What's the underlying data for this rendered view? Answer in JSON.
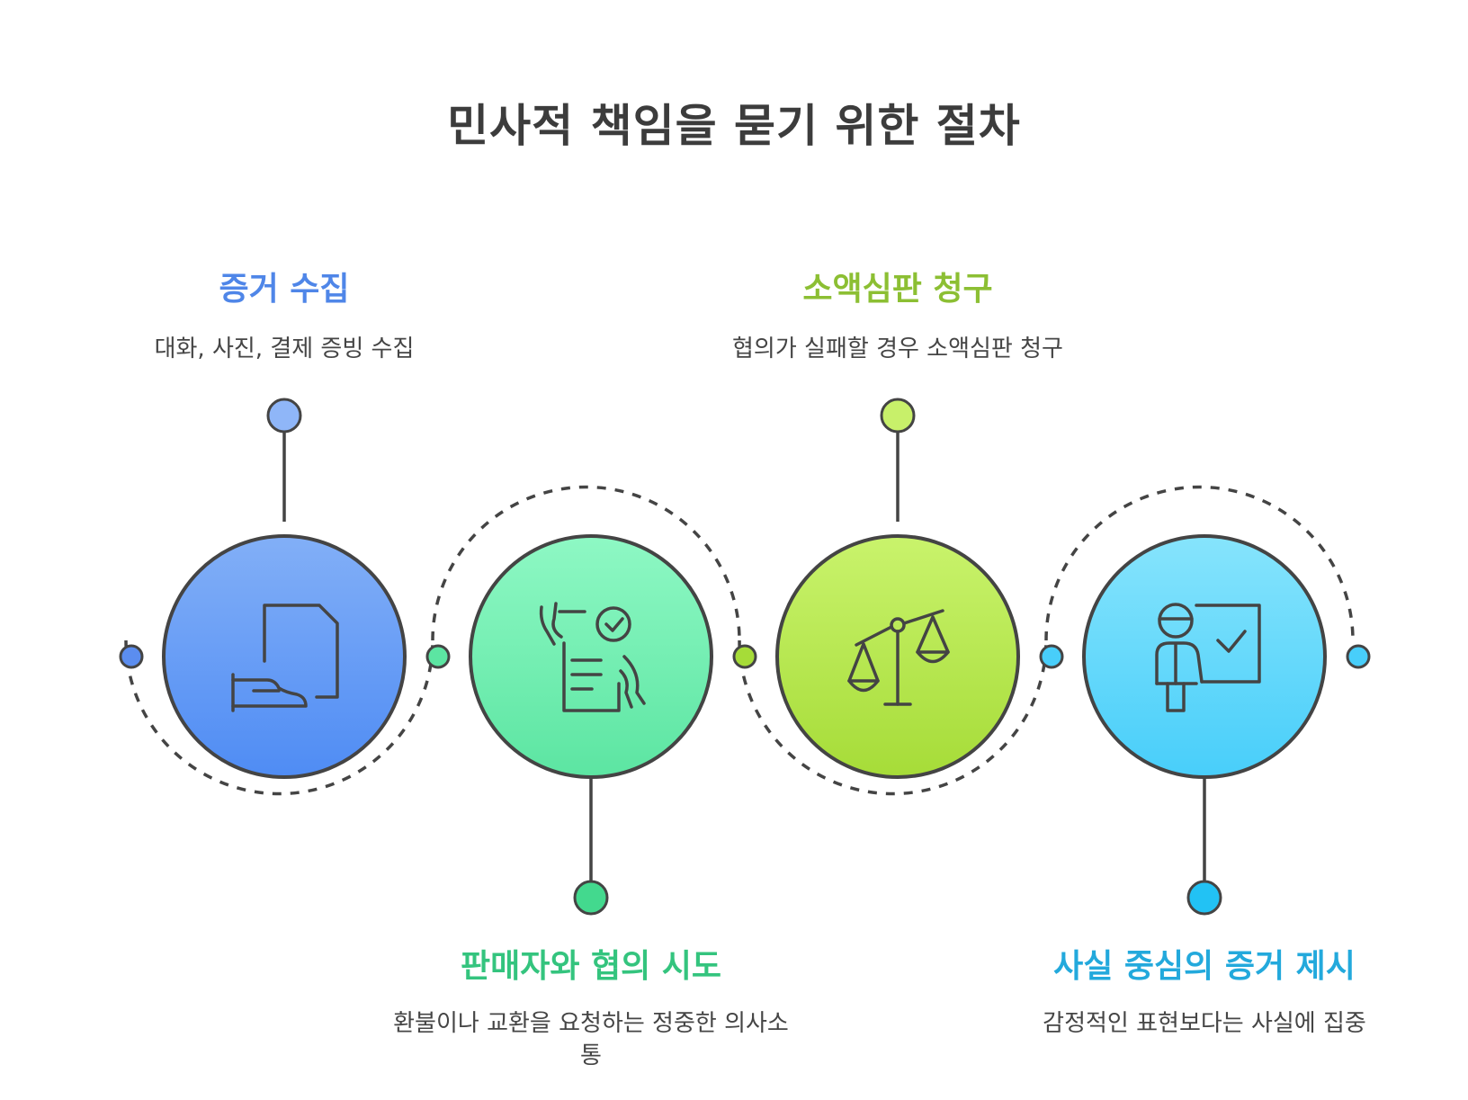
{
  "title": "민사적 책임을 묻기 위한 절차",
  "steps": [
    {
      "title": "증거 수집",
      "description": "대화, 사진, 결제 증빙 수집",
      "color": "#5b8def",
      "icon": "document-hand-icon"
    },
    {
      "title": "판매자와 협의 시도",
      "description": "환불이나 교환을 요청하는 정중한 의사소통",
      "color": "#3ec98a",
      "icon": "checklist-hand-icon"
    },
    {
      "title": "소액심판 청구",
      "description": "협의가 실패할 경우 소액심판 청구",
      "color": "#8cc63f",
      "icon": "scales-icon"
    },
    {
      "title": "사실 중심의 증거 제시",
      "description": "감정적인 표현보다는 사실에 집중",
      "color": "#29b3e6",
      "icon": "presenter-board-icon"
    }
  ]
}
